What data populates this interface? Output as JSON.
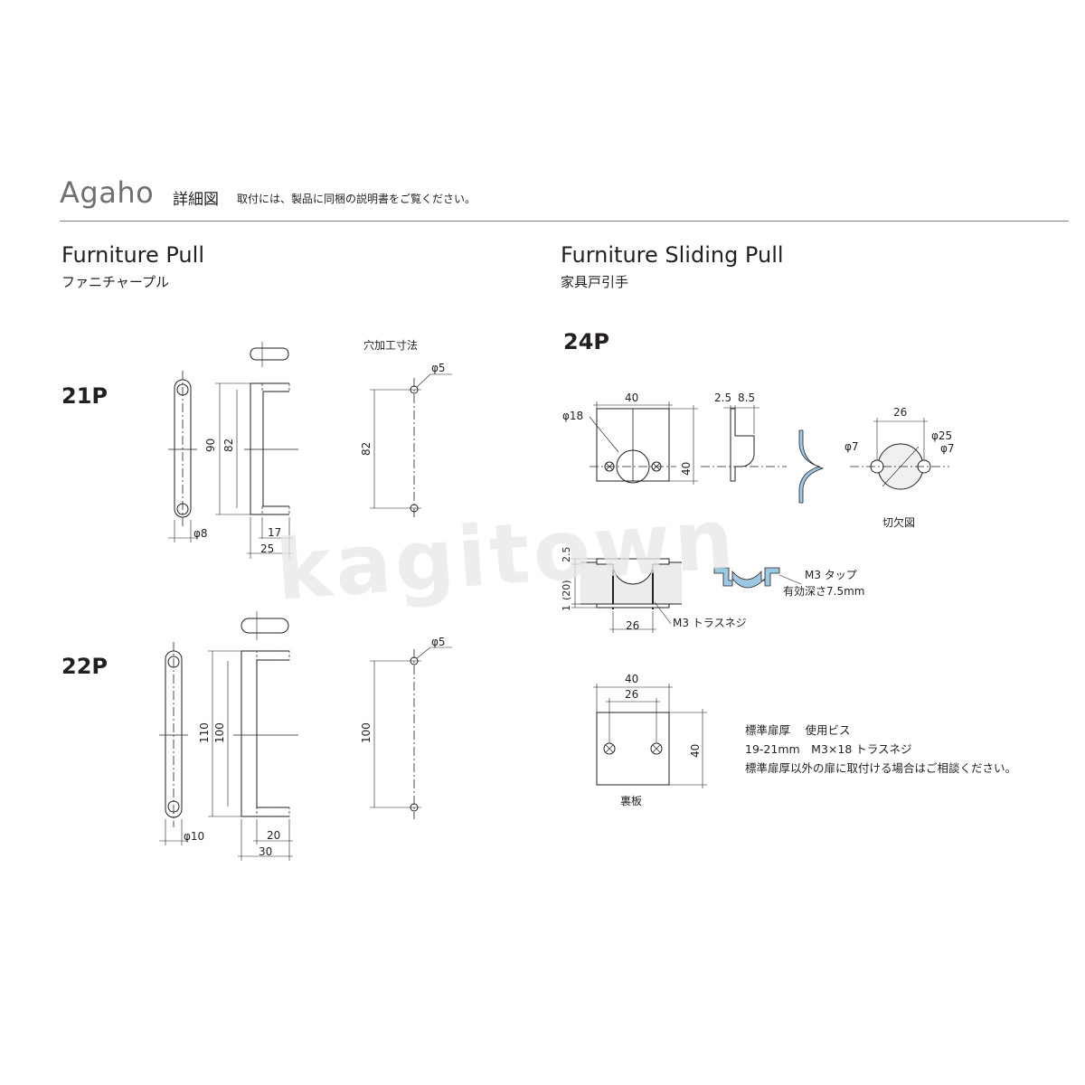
{
  "header": {
    "brand": "Agaho",
    "title": "詳細図",
    "note": "取付には、製品に同梱の説明書をご覧ください。"
  },
  "sections": {
    "furniture_pull": {
      "title_en": "Furniture Pull",
      "title_jp": "ファニチャープル"
    },
    "sliding_pull": {
      "title_en": "Furniture Sliding Pull",
      "title_jp": "家具戸引手"
    }
  },
  "models": {
    "m21": "21P",
    "m22": "22P",
    "m24": "24P"
  },
  "dims21": {
    "hole_label": "穴加工寸法",
    "d5": "φ5",
    "h90": "90",
    "h82": "82",
    "hole82": "82",
    "d8": "φ8",
    "w17": "17",
    "w25": "25"
  },
  "dims22": {
    "d5": "φ5",
    "h110": "110",
    "h100": "100",
    "hole100": "100",
    "d10": "φ10",
    "w20": "20",
    "w30": "30"
  },
  "dims24": {
    "w40": "40",
    "d18": "φ18",
    "h40": "40",
    "t25": "2.5",
    "t85": "8.5",
    "w26": "26",
    "d7a": "φ7",
    "d25": "φ25",
    "d7b": "φ7",
    "cutaway": "切欠図",
    "s25": "2.5",
    "s20": "(20)",
    "s1": "1",
    "s26": "26",
    "tap1": "M3 タップ",
    "tap2": "有効深さ7.5mm",
    "screw": "M3 トラスネジ",
    "b40": "40",
    "b26": "26",
    "b40v": "40",
    "backplate": "裏板"
  },
  "spec": {
    "line1": "標準扉厚　 使用ビス",
    "line2": "19-21mm　M3×18 トラスネジ",
    "line3": "標準扉厚以外の扉に取付ける場合はご相談ください。"
  },
  "watermark": "kagitown",
  "colors": {
    "accent_blue": "#9ec7e4",
    "rule": "#7f7f7f",
    "brand": "#6f7070"
  }
}
